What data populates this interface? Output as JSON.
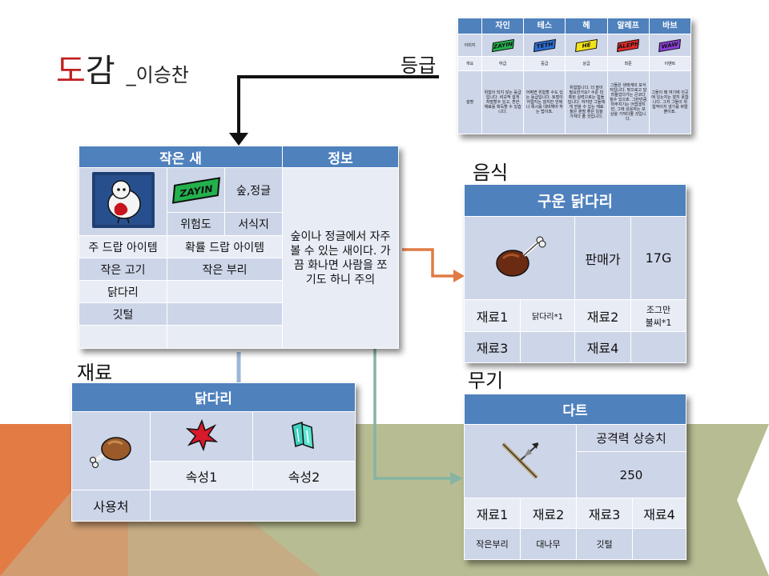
{
  "title": {
    "main_red": "도",
    "main": "감",
    "sub": "_이승찬"
  },
  "labels": {
    "grade": "등급",
    "food": "음식",
    "material": "재료",
    "weapon": "무기"
  },
  "grade_table": {
    "headers": [
      "자인",
      "테스",
      "헤",
      "알레프",
      "바브"
    ],
    "row_labels": [
      "이미지",
      "개요",
      "설명"
    ],
    "badges": [
      "ZAYIN",
      "TETH",
      "HE",
      "ALEPH",
      "WAW"
    ],
    "badge_colors": [
      "#23b14d",
      "#2c6fd6",
      "#f2e21a",
      "#e02a2a",
      "#8a3fd6"
    ],
    "summary": [
      "하급",
      "중급",
      "상급",
      "최준",
      "이벤트"
    ],
    "desc": [
      "위험이 되지 않는 등급입니다. 비교적 쉽게 처벌할수 있고, 흔한 재료를 획득할 수 있습니다.",
      "어쩌면 위험할 수도 있는 등급입니다. 토벌이 어렵지는 않지만 언제나 록시를 대비해야 하는 법이죠.",
      "위험합니다. 더 말이 필요한가요? 수준 미혹된 실력으로는 힘들답니다. 하지만 그들에게 얻을 수 있는 재료들은 분명 좋은 일을 가져다 줄 것입니다.",
      "그들은 생태계의 포식자입니다. 맞으로고 달려들었다가는 큰코다칠수 있으죠. 그런만큼 마주치기는 어렵겠지만, 그에 상응하는 보상을 가져다줄 것입니다.",
      "그들이 왜 여기에 이곳에 있는지는 알지 못합니다. 그저 그들이 위험적이지 않기를 바랄 뿐이죠."
    ]
  },
  "creature": {
    "name": "작은 새",
    "info_header": "정보",
    "badge": "ZAYIN",
    "habitat": "숲,정글",
    "danger_label": "위험도",
    "habitat_label": "서식지",
    "main_drop_label": "주 드랍 아이템",
    "chance_drop_label": "확률 드랍 아이템",
    "main_drops": [
      "작은 고기",
      "닭다리",
      "깃털"
    ],
    "chance_drops": [
      "작은 부리"
    ],
    "info_text": "숲이나 정글에서 자주 볼 수 있는 새이다. 가끔 화나면 사람을 쪼기도 하니 주의"
  },
  "food": {
    "name": "구운 닭다리",
    "price_label": "판매가",
    "price": "17G",
    "mat1_label": "재료1",
    "mat1": "닭다리*1",
    "mat2_label": "재료2",
    "mat2": "조그만 불씨*1",
    "mat3_label": "재료3",
    "mat4_label": "재료4"
  },
  "material": {
    "name": "닭다리",
    "attr1_label": "속성1",
    "attr2_label": "속성2",
    "usage_label": "사용처"
  },
  "weapon": {
    "name": "다트",
    "atk_label": "공격력 상승치",
    "atk": "250",
    "mat_labels": [
      "재료1",
      "재료2",
      "재료3",
      "재료4"
    ],
    "mats": [
      "작은부리",
      "대나무",
      "깃털",
      ""
    ]
  },
  "colors": {
    "header": "#4f81bd",
    "cell": "#cdd5e8",
    "cell_alt": "#e8ecf5",
    "accent_red": "#c0201f",
    "arrow_orange": "#e07b45",
    "arrow_green": "#86b3a4",
    "arrow_blue": "#9fb6d6"
  }
}
